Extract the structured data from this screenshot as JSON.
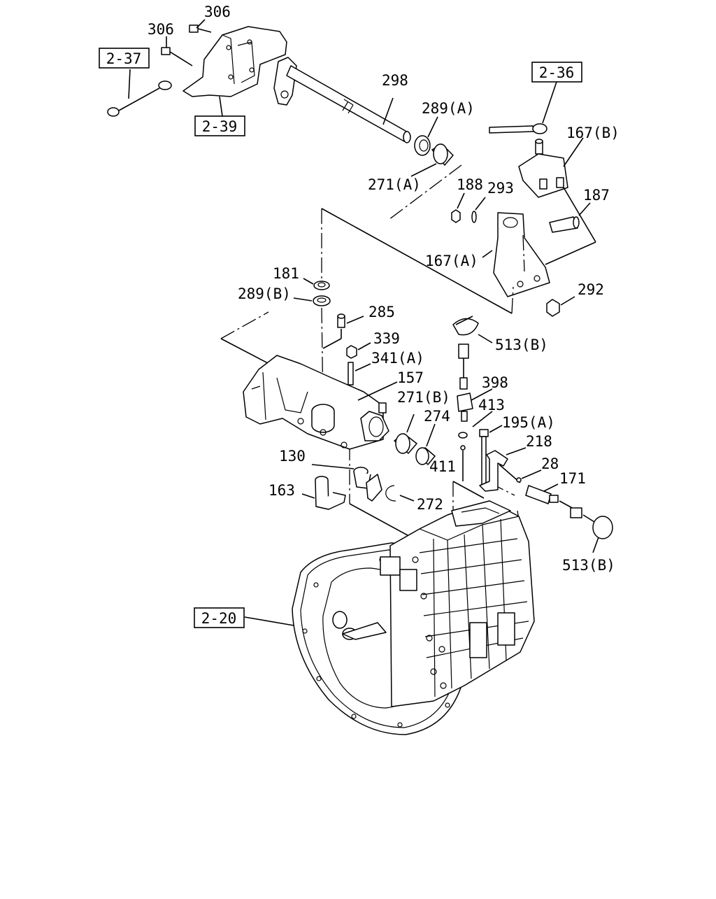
{
  "labels": {
    "l306a": "306",
    "l306b": "306",
    "l298": "298",
    "l289a": "289(A)",
    "l271a": "271(A)",
    "l188": "188",
    "l293": "293",
    "l167b": "167(B)",
    "l187": "187",
    "l167a": "167(A)",
    "l292": "292",
    "l181": "181",
    "l289b": "289(B)",
    "l285": "285",
    "l339": "339",
    "l341a": "341(A)",
    "l157": "157",
    "l513b1": "513(B)",
    "l398": "398",
    "l271b": "271(B)",
    "l413": "413",
    "l274": "274",
    "l195a": "195(A)",
    "l218": "218",
    "l411": "411",
    "l130": "130",
    "l28": "28",
    "l171": "171",
    "l163": "163",
    "l272": "272",
    "l513b2": "513(B)"
  },
  "refs": {
    "r237": "2-37",
    "r239": "2-39",
    "r236": "2-36",
    "r220": "2-20"
  }
}
